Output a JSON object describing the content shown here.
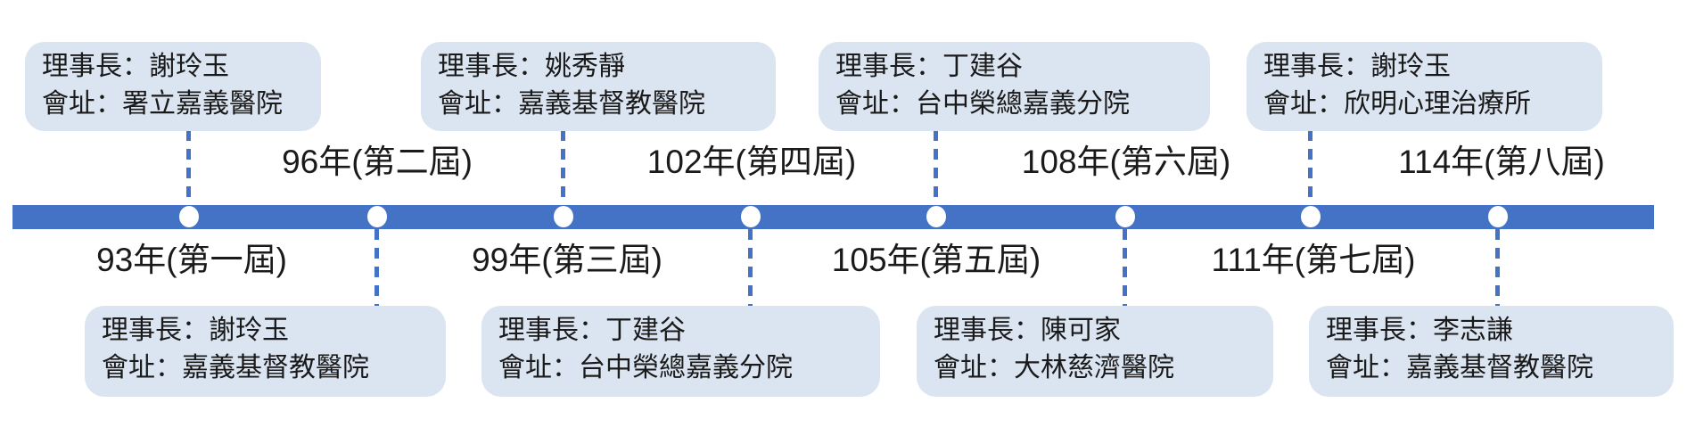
{
  "timeline": {
    "colors": {
      "bar": "#4472C4",
      "box_bg": "#DBE5F1",
      "text": "#1A1A1A"
    },
    "terms": [
      {
        "year": "93年(第一屆)",
        "chairman": "理事長：謝玲玉",
        "address": "會址：署立嘉義醫院"
      },
      {
        "year": "96年(第二屆)",
        "chairman": "理事長：謝玲玉",
        "address": "會址：嘉義基督教醫院"
      },
      {
        "year": "99年(第三屆)",
        "chairman": "理事長：姚秀靜",
        "address": "會址：嘉義基督教醫院"
      },
      {
        "year": "102年(第四屆)",
        "chairman": "理事長：丁建谷",
        "address": "會址：台中榮總嘉義分院"
      },
      {
        "year": "105年(第五屆)",
        "chairman": "理事長：丁建谷",
        "address": "會址：台中榮總嘉義分院"
      },
      {
        "year": "108年(第六屆)",
        "chairman": "理事長：陳可家",
        "address": "會址：大林慈濟醫院"
      },
      {
        "year": "111年(第七屆)",
        "chairman": "理事長：謝玲玉",
        "address": "會址：欣明心理治療所"
      },
      {
        "year": "114年(第八屆)",
        "chairman": "理事長：李志謙",
        "address": "會址：嘉義基督教醫院"
      }
    ]
  }
}
